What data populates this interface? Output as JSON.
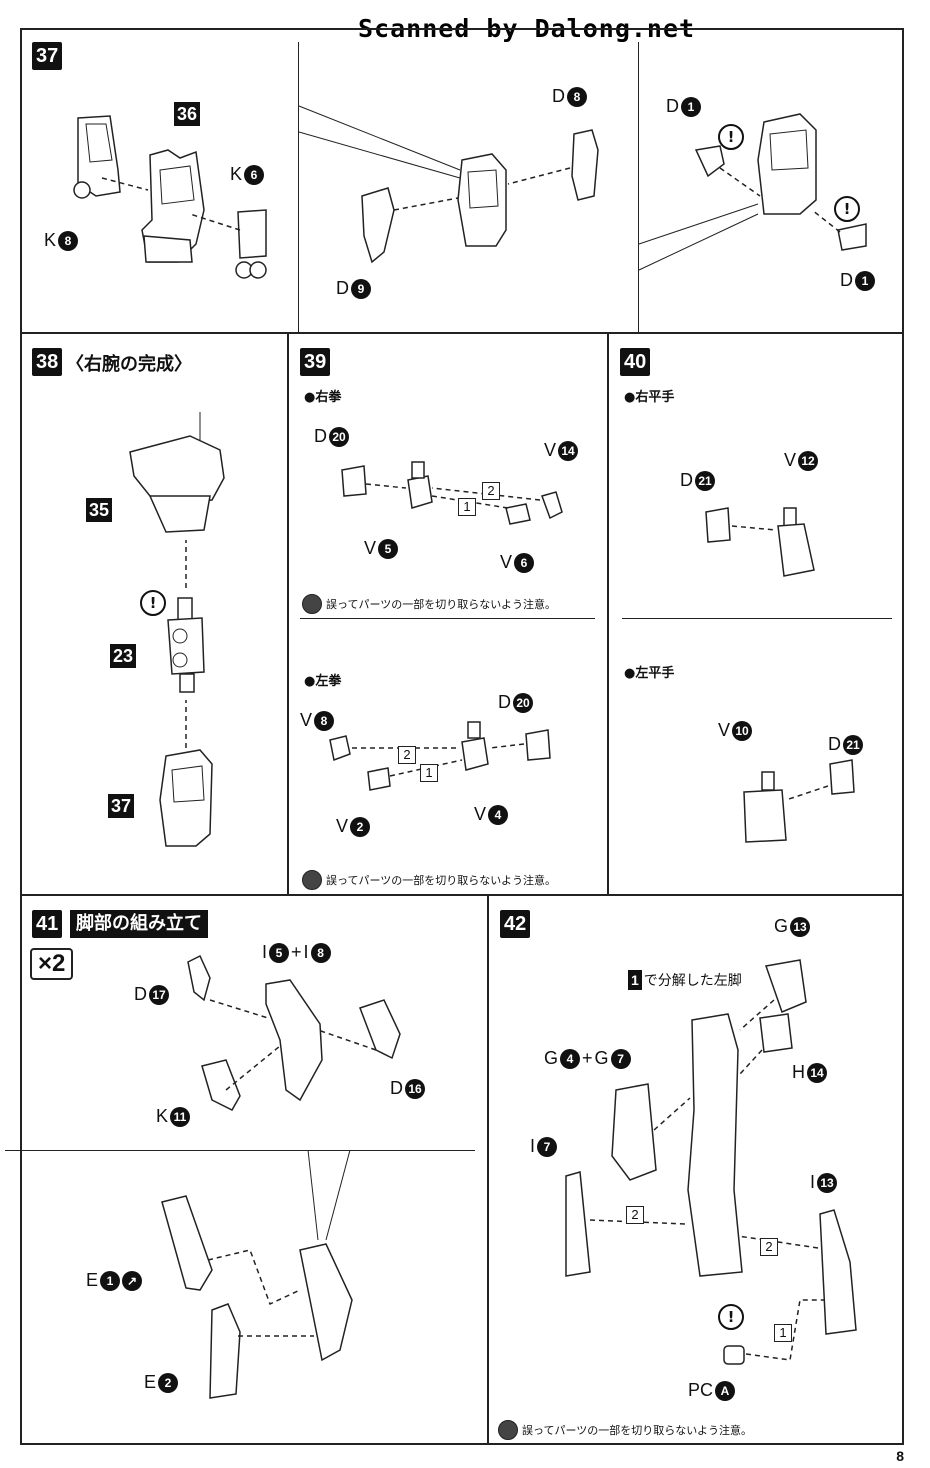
{
  "watermark": "Scanned by Dalong.net",
  "page_number": "8",
  "warning_note": "誤ってパーツの一部を切り取らないよう注意。",
  "steps": {
    "s37": {
      "num": "37",
      "ref36": "36",
      "labels": {
        "k8": {
          "letter": "K",
          "n": "8"
        },
        "k6": {
          "letter": "K",
          "n": "6"
        },
        "d8": {
          "letter": "D",
          "n": "8"
        },
        "d9": {
          "letter": "D",
          "n": "9"
        },
        "d1a": {
          "letter": "D",
          "n": "1"
        },
        "d1b": {
          "letter": "D",
          "n": "1"
        }
      }
    },
    "s38": {
      "num": "38",
      "title": "〈右腕の完成〉",
      "refs": [
        "35",
        "23",
        "37"
      ]
    },
    "s39": {
      "num": "39",
      "sub_right": "●右拳",
      "sub_left": "●左拳",
      "labels": {
        "d20a": {
          "letter": "D",
          "n": "20"
        },
        "v14": {
          "letter": "V",
          "n": "14"
        },
        "v5": {
          "letter": "V",
          "n": "5"
        },
        "v6": {
          "letter": "V",
          "n": "6"
        },
        "v8": {
          "letter": "V",
          "n": "8"
        },
        "d20b": {
          "letter": "D",
          "n": "20"
        },
        "v2": {
          "letter": "V",
          "n": "2"
        },
        "v4": {
          "letter": "V",
          "n": "4"
        }
      },
      "order": [
        "1",
        "2"
      ]
    },
    "s40": {
      "num": "40",
      "sub_right": "●右平手",
      "sub_left": "●左平手",
      "labels": {
        "d21a": {
          "letter": "D",
          "n": "21"
        },
        "v12": {
          "letter": "V",
          "n": "12"
        },
        "v10": {
          "letter": "V",
          "n": "10"
        },
        "d21b": {
          "letter": "D",
          "n": "21"
        }
      }
    },
    "s41": {
      "num": "41",
      "title": "脚部の組み立て",
      "multiplier": "×2",
      "labels": {
        "i5": {
          "letter": "I",
          "n": "5"
        },
        "plus": "+",
        "i8": {
          "letter": "I",
          "n": "8"
        },
        "d17": {
          "letter": "D",
          "n": "17"
        },
        "d16": {
          "letter": "D",
          "n": "16"
        },
        "k11": {
          "letter": "K",
          "n": "11"
        },
        "e1": {
          "letter": "E",
          "n": "1"
        },
        "e2": {
          "letter": "E",
          "n": "2"
        }
      }
    },
    "s42": {
      "num": "42",
      "ref1": "1",
      "ref1_text": "で分解した左脚",
      "labels": {
        "g13": {
          "letter": "G",
          "n": "13"
        },
        "g4": {
          "letter": "G",
          "n": "4"
        },
        "plus": "+",
        "g7": {
          "letter": "G",
          "n": "7"
        },
        "h14": {
          "letter": "H",
          "n": "14"
        },
        "i7": {
          "letter": "I",
          "n": "7"
        },
        "i13": {
          "letter": "I",
          "n": "13"
        },
        "pca": {
          "letter": "PC",
          "n": "A"
        }
      },
      "order": [
        "1",
        "2"
      ]
    }
  },
  "colors": {
    "ink": "#111111",
    "paper": "#ffffff"
  }
}
